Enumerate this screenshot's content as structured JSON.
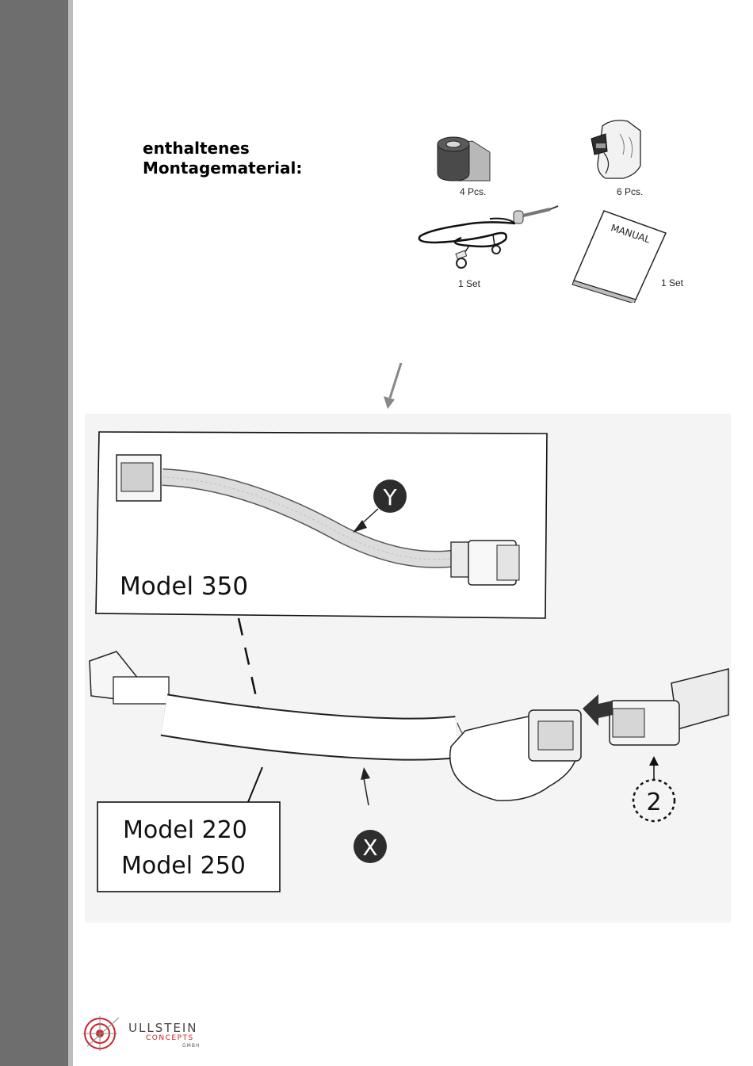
{
  "sidebar": {
    "color": "#6e6e6e",
    "edge_color": "#bdbdbd"
  },
  "materials": {
    "title_line1": "enthaltenes",
    "title_line2": "Montagematerial:",
    "items": [
      {
        "icon": "tape-roll-icon",
        "quantity": "4 Pcs."
      },
      {
        "icon": "cable-clip-icon",
        "quantity": "6 Pcs."
      },
      {
        "icon": "ground-wire-icon",
        "quantity": "1 Set"
      },
      {
        "icon": "manual-booklet-icon",
        "quantity": "1 Set",
        "booklet_text": "MANUAL"
      }
    ]
  },
  "diagram": {
    "top_box_label": "Model 350",
    "cable_y_label": "Y",
    "bottom_box_line1": "Model 220",
    "bottom_box_line2": "Model 250",
    "cable_x_label": "X",
    "connector_step_label": "2"
  },
  "logo": {
    "icon": "target-crosshair-icon",
    "line1": "ULLSTEIN",
    "line2": "CONCEPTS",
    "line3": "GMBH",
    "accent_color": "#c8242b"
  }
}
